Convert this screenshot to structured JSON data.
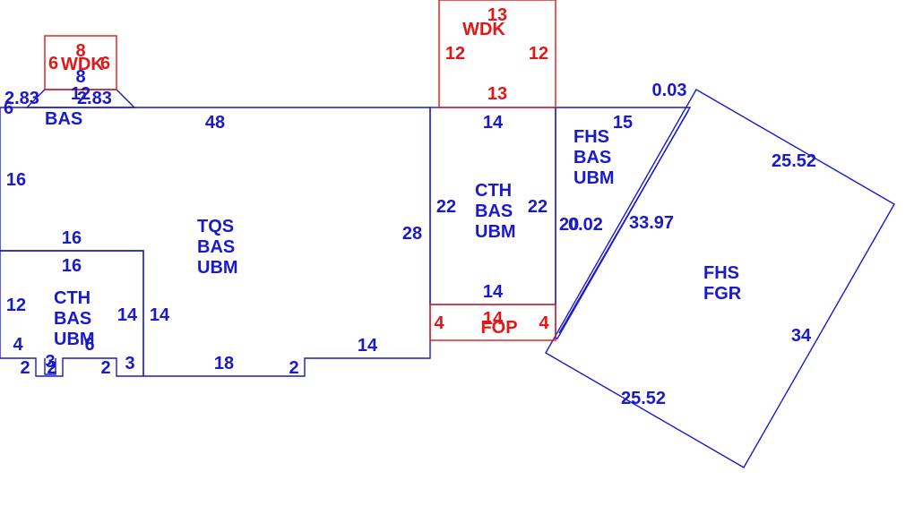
{
  "colors": {
    "main": "#1a1ac8",
    "outbuilding": "#e01818",
    "background": "#ffffff"
  },
  "areas": {
    "wdk_small": {
      "code": "WDK",
      "dims": {
        "top": "8",
        "inner": "8",
        "left": "6",
        "right": "6"
      }
    },
    "bas_small": {
      "code": "BAS",
      "dims": {
        "top": "12",
        "left": "2.83",
        "right": "2.83",
        "side": "6"
      }
    },
    "tqs": {
      "codes": [
        "TQS",
        "BAS",
        "UBM"
      ],
      "dims": {
        "top": "48",
        "left": "16",
        "right": "28",
        "bottom_left": "18",
        "step": "2",
        "bottom_right": "14",
        "inner_right": "14"
      }
    },
    "cth_left": {
      "codes": [
        "CTH",
        "BAS",
        "UBM"
      ],
      "dims": {
        "top": "16",
        "top_inner": "16",
        "left": "12",
        "right": "14",
        "lower_left": "4",
        "b1": "2",
        "b2": "3",
        "b3": "2",
        "b4": "6",
        "b5": "2",
        "b6": "3"
      }
    },
    "wdk_top": {
      "code": "WDK",
      "dims": {
        "top": "13",
        "left": "12",
        "right": "12",
        "bottom": "13"
      }
    },
    "cth_center": {
      "codes": [
        "CTH",
        "BAS",
        "UBM"
      ],
      "dims": {
        "top": "14",
        "left": "22",
        "right": "22",
        "bottom": "14"
      }
    },
    "fop": {
      "code": "FOP",
      "dims": {
        "top": "14",
        "left": "4",
        "right": "4"
      }
    },
    "fhs_strip": {
      "codes": [
        "FHS",
        "BAS",
        "UBM"
      ],
      "dims": {
        "top": "15",
        "corner": "0.03",
        "left": "20",
        "middle": "0.02",
        "right": "33.97"
      }
    },
    "fhs_fgr": {
      "codes": [
        "FHS",
        "FGR"
      ],
      "dims": {
        "top": "25.52",
        "right": "34",
        "bottom": "25.52"
      }
    }
  }
}
